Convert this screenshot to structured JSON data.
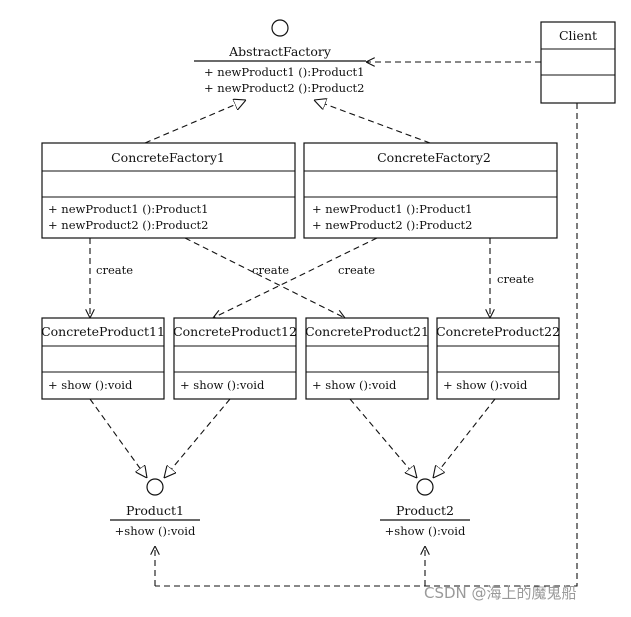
{
  "abstract_factory": {
    "name": "AbstractFactory",
    "methods": [
      "+ newProduct1 ():Product1",
      "+ newProduct2 ():Product2"
    ]
  },
  "client": {
    "name": "Client"
  },
  "concrete_factory_1": {
    "name": "ConcreteFactory1",
    "methods": [
      "+ newProduct1 ():Product1",
      "+ newProduct2 ():Product2"
    ]
  },
  "concrete_factory_2": {
    "name": "ConcreteFactory2",
    "methods": [
      "+ newProduct1 ():Product1",
      "+ newProduct2 ():Product2"
    ]
  },
  "create_label": "create",
  "products": [
    {
      "name": "ConcreteProduct11",
      "method": "+ show ():void"
    },
    {
      "name": "ConcreteProduct12",
      "method": "+ show ():void"
    },
    {
      "name": "ConcreteProduct21",
      "method": "+ show ():void"
    },
    {
      "name": "ConcreteProduct22",
      "method": "+ show ():void"
    }
  ],
  "interface_product_1": {
    "name": "Product1",
    "method": "+show ():void"
  },
  "interface_product_2": {
    "name": "Product2",
    "method": "+show ():void"
  },
  "watermark": "CSDN @海上的魔鬼船"
}
